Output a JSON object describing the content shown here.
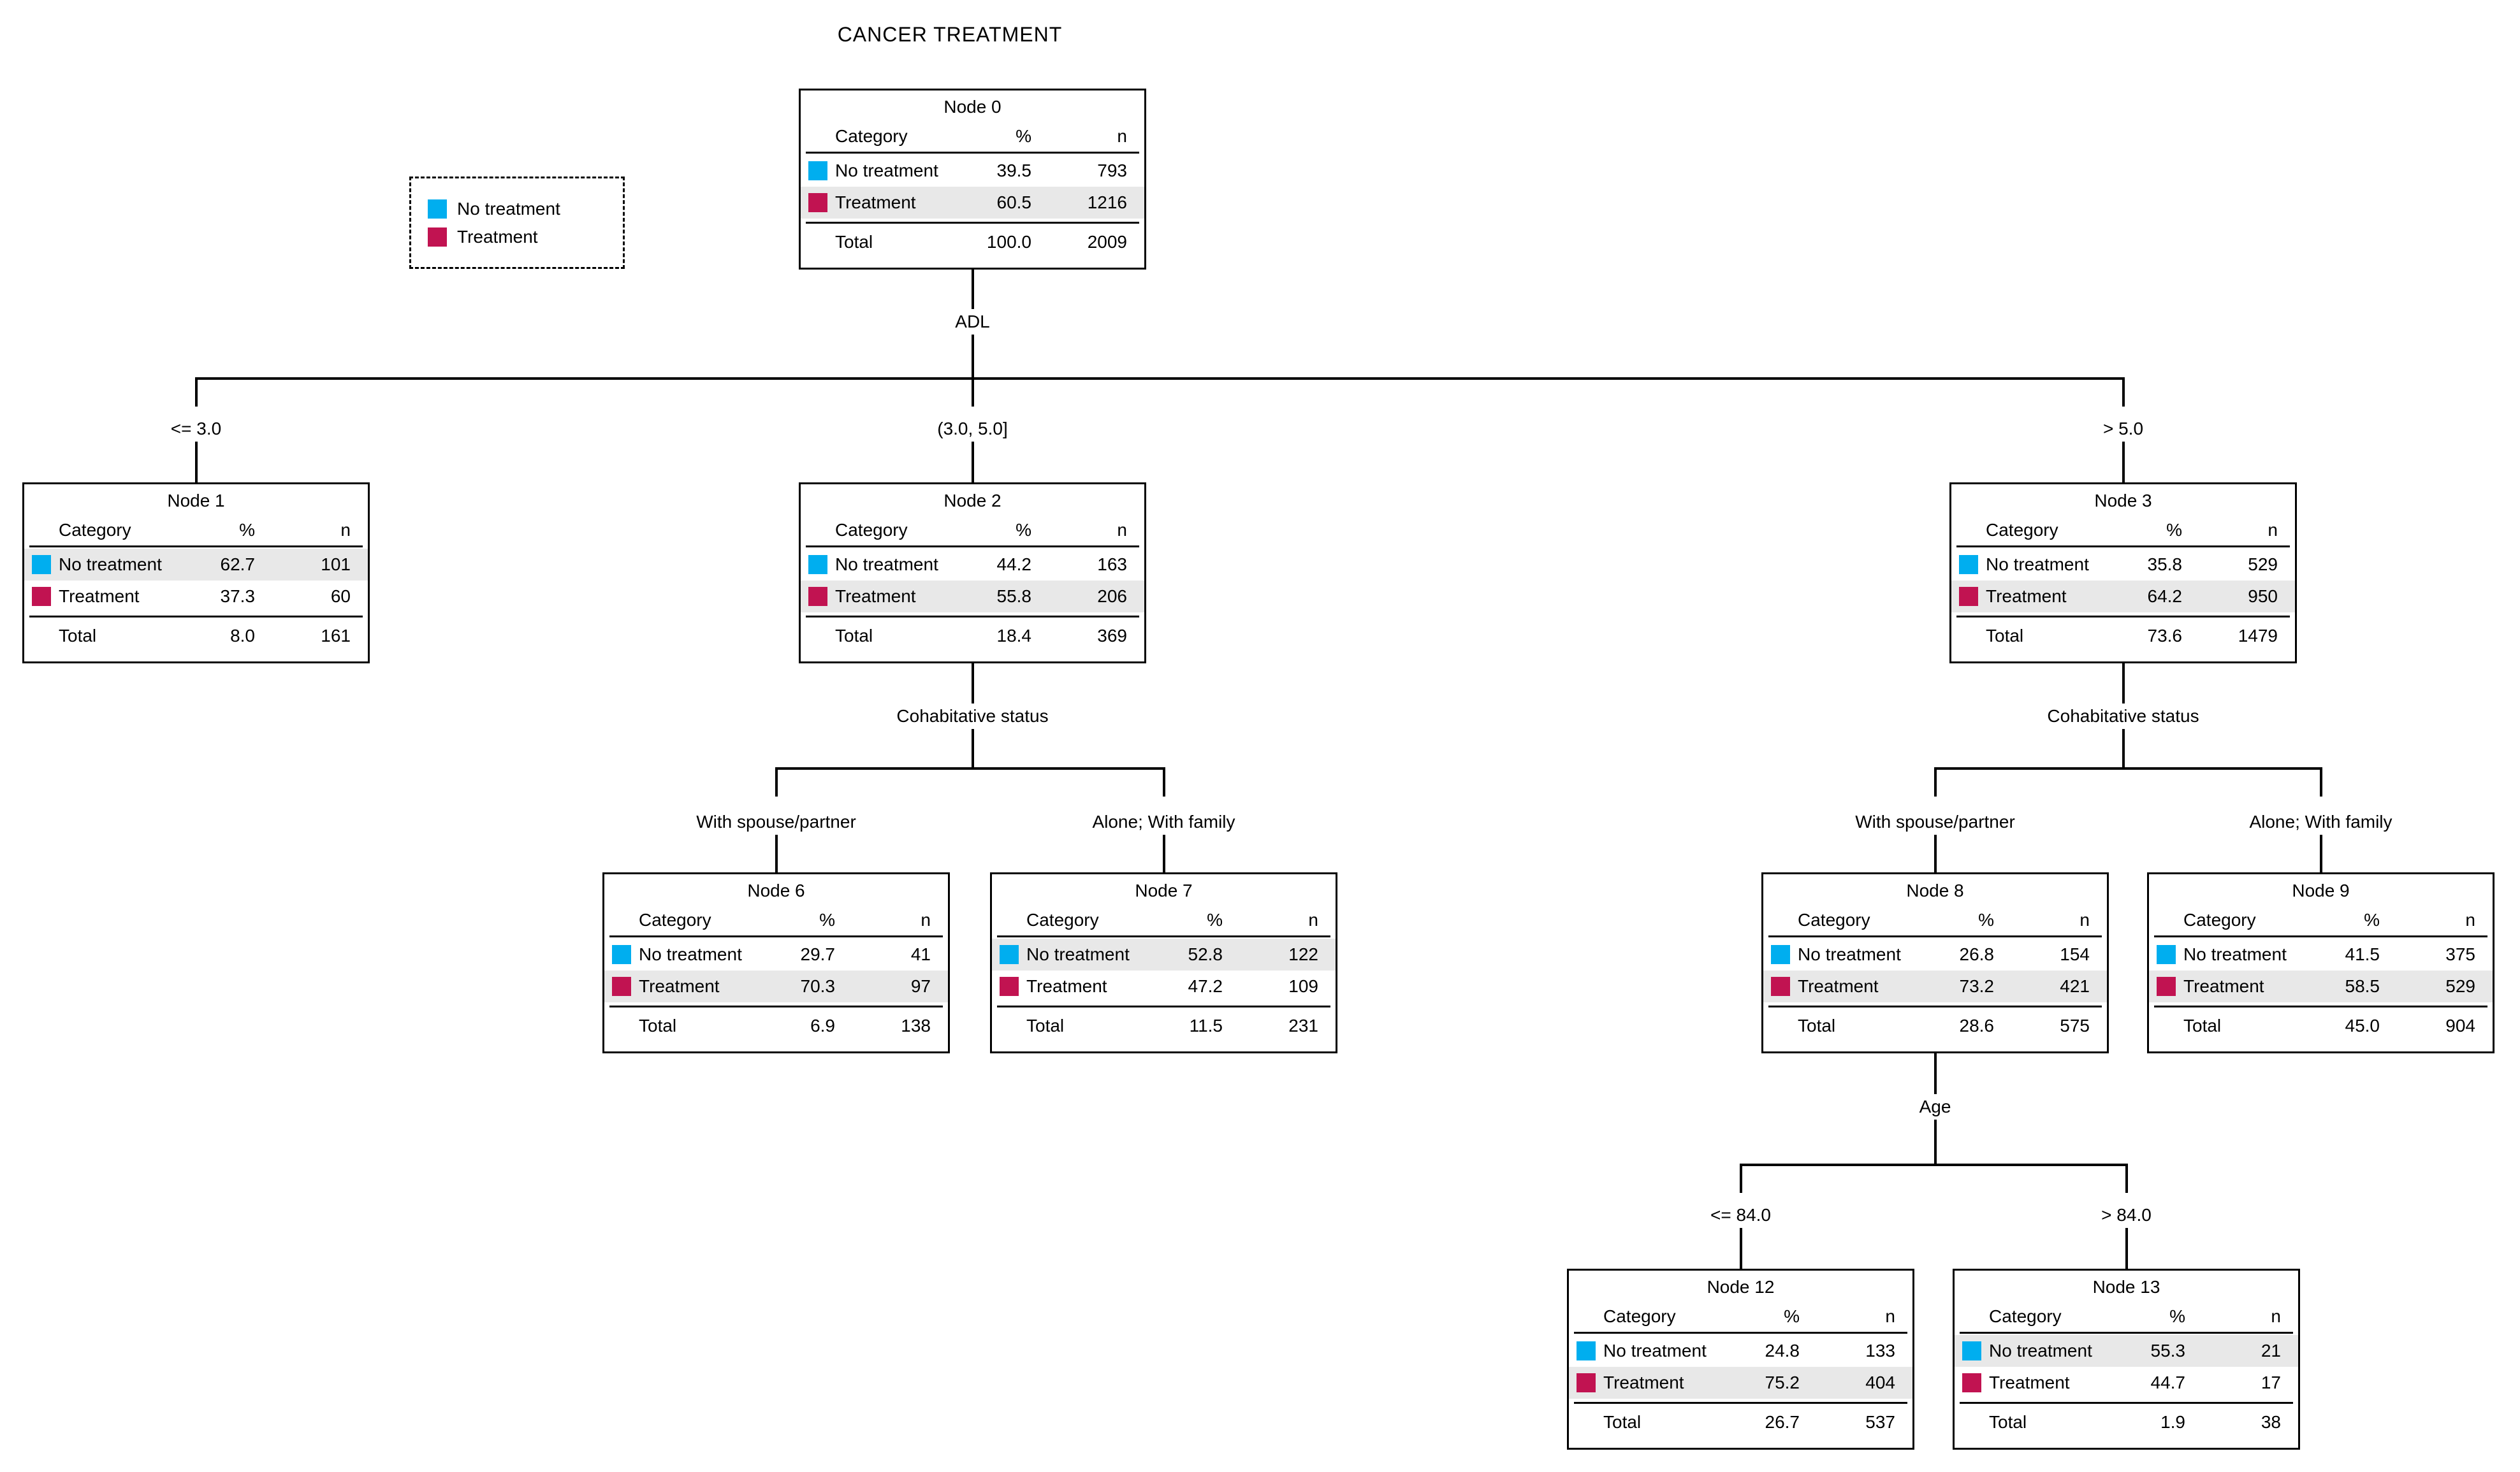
{
  "title": "CANCER TREATMENT",
  "colors": {
    "no_treatment": "#00AEEF",
    "treatment": "#C11351",
    "row_highlight": "#E8E8E8",
    "line": "#000000"
  },
  "legend": {
    "items": [
      {
        "key": "no_treatment",
        "label": "No treatment"
      },
      {
        "key": "treatment",
        "label": "Treatment"
      }
    ]
  },
  "table_headers": {
    "category": "Category",
    "percent": "%",
    "n": "n",
    "total_label": "Total"
  },
  "nodes": [
    {
      "id": "node0",
      "title": "Node 0",
      "rows": [
        {
          "category": "No treatment",
          "pct": "39.5",
          "n": "793",
          "highlight": false
        },
        {
          "category": "Treatment",
          "pct": "60.5",
          "n": "1216",
          "highlight": true
        }
      ],
      "total": {
        "pct": "100.0",
        "n": "2009"
      }
    },
    {
      "id": "node1",
      "title": "Node 1",
      "rows": [
        {
          "category": "No treatment",
          "pct": "62.7",
          "n": "101",
          "highlight": true
        },
        {
          "category": "Treatment",
          "pct": "37.3",
          "n": "60",
          "highlight": false
        }
      ],
      "total": {
        "pct": "8.0",
        "n": "161"
      }
    },
    {
      "id": "node2",
      "title": "Node 2",
      "rows": [
        {
          "category": "No treatment",
          "pct": "44.2",
          "n": "163",
          "highlight": false
        },
        {
          "category": "Treatment",
          "pct": "55.8",
          "n": "206",
          "highlight": true
        }
      ],
      "total": {
        "pct": "18.4",
        "n": "369"
      }
    },
    {
      "id": "node3",
      "title": "Node 3",
      "rows": [
        {
          "category": "No treatment",
          "pct": "35.8",
          "n": "529",
          "highlight": false
        },
        {
          "category": "Treatment",
          "pct": "64.2",
          "n": "950",
          "highlight": true
        }
      ],
      "total": {
        "pct": "73.6",
        "n": "1479"
      }
    },
    {
      "id": "node6",
      "title": "Node 6",
      "rows": [
        {
          "category": "No treatment",
          "pct": "29.7",
          "n": "41",
          "highlight": false
        },
        {
          "category": "Treatment",
          "pct": "70.3",
          "n": "97",
          "highlight": true
        }
      ],
      "total": {
        "pct": "6.9",
        "n": "138"
      }
    },
    {
      "id": "node7",
      "title": "Node 7",
      "rows": [
        {
          "category": "No treatment",
          "pct": "52.8",
          "n": "122",
          "highlight": true
        },
        {
          "category": "Treatment",
          "pct": "47.2",
          "n": "109",
          "highlight": false
        }
      ],
      "total": {
        "pct": "11.5",
        "n": "231"
      }
    },
    {
      "id": "node8",
      "title": "Node 8",
      "rows": [
        {
          "category": "No treatment",
          "pct": "26.8",
          "n": "154",
          "highlight": false
        },
        {
          "category": "Treatment",
          "pct": "73.2",
          "n": "421",
          "highlight": true
        }
      ],
      "total": {
        "pct": "28.6",
        "n": "575"
      }
    },
    {
      "id": "node9",
      "title": "Node 9",
      "rows": [
        {
          "category": "No treatment",
          "pct": "41.5",
          "n": "375",
          "highlight": false
        },
        {
          "category": "Treatment",
          "pct": "58.5",
          "n": "529",
          "highlight": true
        }
      ],
      "total": {
        "pct": "45.0",
        "n": "904"
      }
    },
    {
      "id": "node12",
      "title": "Node 12",
      "rows": [
        {
          "category": "No treatment",
          "pct": "24.8",
          "n": "133",
          "highlight": false
        },
        {
          "category": "Treatment",
          "pct": "75.2",
          "n": "404",
          "highlight": true
        }
      ],
      "total": {
        "pct": "26.7",
        "n": "537"
      }
    },
    {
      "id": "node13",
      "title": "Node 13",
      "rows": [
        {
          "category": "No treatment",
          "pct": "55.3",
          "n": "21",
          "highlight": true
        },
        {
          "category": "Treatment",
          "pct": "44.7",
          "n": "17",
          "highlight": false
        }
      ],
      "total": {
        "pct": "1.9",
        "n": "38"
      }
    }
  ],
  "splits": [
    {
      "parent": "node0",
      "variable": "ADL",
      "branches": [
        {
          "label": "<= 3.0",
          "child": "node1"
        },
        {
          "label": "(3.0, 5.0]",
          "child": "node2"
        },
        {
          "label": "> 5.0",
          "child": "node3"
        }
      ]
    },
    {
      "parent": "node2",
      "variable": "Cohabitative status",
      "branches": [
        {
          "label": "With spouse/partner",
          "child": "node6"
        },
        {
          "label": "Alone; With family",
          "child": "node7"
        }
      ]
    },
    {
      "parent": "node3",
      "variable": "Cohabitative status",
      "branches": [
        {
          "label": "With spouse/partner",
          "child": "node8"
        },
        {
          "label": "Alone; With family",
          "child": "node9"
        }
      ]
    },
    {
      "parent": "node8",
      "variable": "Age",
      "branches": [
        {
          "label": "<= 84.0",
          "child": "node12"
        },
        {
          "label": "> 84.0",
          "child": "node13"
        }
      ]
    }
  ]
}
